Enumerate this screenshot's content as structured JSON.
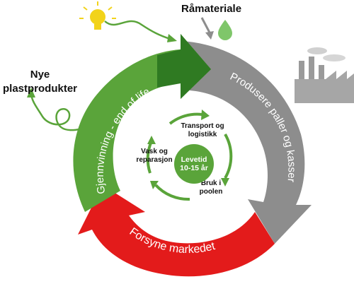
{
  "labels": {
    "raw_material": "Råmateriale",
    "new_products_line1": "Nye",
    "new_products_line2": "plastprodukter"
  },
  "segments": {
    "recycling": "Gjennvinning - end of life",
    "produce": "Produsere paller og kasser",
    "supply": "Forsyne markedet"
  },
  "inner_cycle": {
    "transport_line1": "Transport og",
    "transport_line2": "logistikk",
    "wash_line1": "Vask og",
    "wash_line2": "reparasjon",
    "use_line1": "Bruk i",
    "use_line2": "poolen"
  },
  "center": {
    "line1": "Levetid",
    "line2": "10-15 år"
  },
  "colors": {
    "green": "#5aa43a",
    "dark_green": "#2f7a22",
    "gray": "#8d8d8d",
    "red": "#e31b1b",
    "bulb": "#f2d31a",
    "drop": "#7fc66a"
  },
  "icons": [
    "lightbulb-icon",
    "droplet-icon",
    "factory-icon",
    "recycle-loop-icon"
  ]
}
